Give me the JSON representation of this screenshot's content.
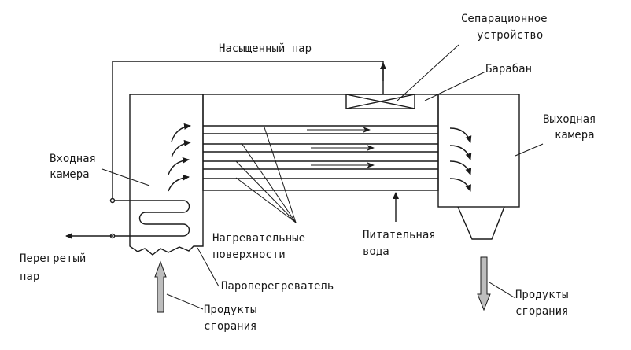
{
  "labels": {
    "separator_line1": "Сепарационное",
    "separator_line2": "устройство",
    "saturated_steam": "Насыщенный пар",
    "drum": "Барабан",
    "inlet_chamber_line1": "Входная",
    "inlet_chamber_line2": "камера",
    "outlet_chamber_line1": "Выходная",
    "outlet_chamber_line2": "камера",
    "heating_surfaces_line1": "Нагревательные",
    "heating_surfaces_line2": "поверхности",
    "feed_water_line1": "Питательная",
    "feed_water_line2": "вода",
    "superheated_steam_line1": "Перегретый",
    "superheated_steam_line2": "пар",
    "superheater": "Пароперегреватель",
    "combustion_in_line1": "Продукты",
    "combustion_in_line2": "сгорания",
    "combustion_out_line1": "Продукты",
    "combustion_out_line2": "сгорания"
  },
  "colors": {
    "line": "#1a1a1a",
    "gas_arrow_fill": "#bdbdbd"
  }
}
